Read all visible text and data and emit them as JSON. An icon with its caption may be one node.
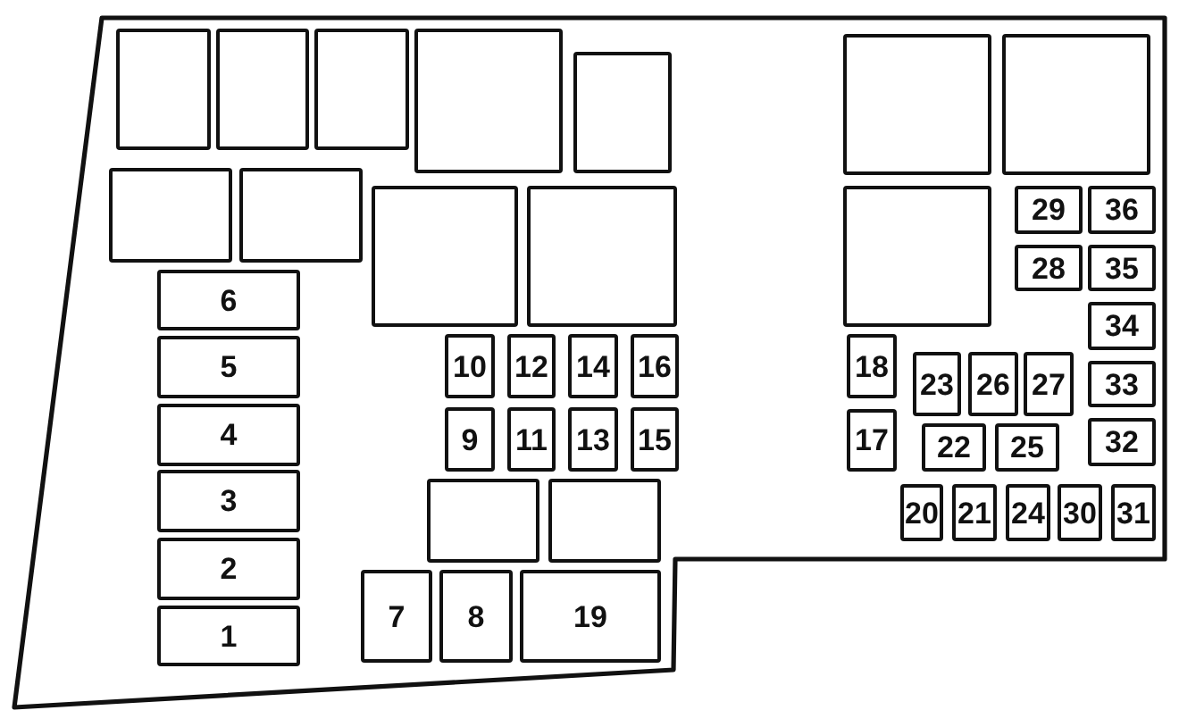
{
  "diagram": {
    "nodes": [
      {
        "text": [],
        "shape": "box"
      },
      {
        "text": [],
        "shape": "box",
        "in": 0
      },
      {
        "text": [],
        "shape": "box",
        "in": 0
      },
      {
        "text": [],
        "shape": "box",
        "in": 0
      },
      {
        "text": [],
        "shape": "box",
        "in": 0
      },
      {
        "text": [],
        "shape": "box",
        "in": 0
      },
      {
        "text": [],
        "shape": "box",
        "in": 0
      },
      {
        "text": [],
        "shape": "box",
        "in": 0
      },
      {
        "text": [],
        "shape": "box",
        "in": 0
      },
      {
        "text": [],
        "shape": "box",
        "in": 0
      },
      {
        "text": [],
        "shape": "box",
        "in": 0
      },
      {
        "text": [],
        "shape": "box",
        "in": 0
      },
      {
        "text": [],
        "shape": "box",
        "in": 0
      },
      {
        "text": [
          "29"
        ],
        "in": 0
      },
      {
        "text": [
          "36"
        ],
        "in": 0
      },
      {
        "text": [
          "28"
        ],
        "in": 0
      },
      {
        "text": [
          "35"
        ],
        "in": 0
      },
      {
        "text": [
          "6"
        ],
        "in": 0
      },
      {
        "text": [
          "34"
        ],
        "in": 0
      },
      {
        "text": [
          "10"
        ],
        "in": 0
      },
      {
        "text": [
          "12"
        ],
        "in": 0
      },
      {
        "text": [
          "14"
        ],
        "in": 0
      },
      {
        "text": [
          "16"
        ],
        "in": 0
      },
      {
        "text": [
          "18"
        ],
        "in": 0
      },
      {
        "text": [
          "5"
        ],
        "in": 0
      },
      {
        "text": [
          "23"
        ],
        "in": 0
      },
      {
        "text": [
          "26"
        ],
        "in": 0
      },
      {
        "text": [
          "27"
        ],
        "in": 0
      },
      {
        "text": [
          "33"
        ],
        "in": 0
      },
      {
        "text": [
          "4"
        ],
        "in": 0
      },
      {
        "text": [
          "9"
        ],
        "in": 0
      },
      {
        "text": [
          "11"
        ],
        "in": 0
      },
      {
        "text": [
          "13"
        ],
        "in": 0
      },
      {
        "text": [
          "15"
        ],
        "in": 0
      },
      {
        "text": [
          "17"
        ],
        "in": 0
      },
      {
        "text": [
          "32"
        ],
        "in": 0
      },
      {
        "text": [
          "22"
        ],
        "in": 0
      },
      {
        "text": [
          "25"
        ],
        "in": 0
      },
      {
        "text": [
          "3"
        ],
        "in": 0
      },
      {
        "text": [],
        "shape": "box",
        "in": 0
      },
      {
        "text": [],
        "shape": "box",
        "in": 0
      },
      {
        "text": [
          "20"
        ],
        "in": 0
      },
      {
        "text": [
          "21"
        ],
        "in": 0
      },
      {
        "text": [
          "24"
        ],
        "in": 0
      },
      {
        "text": [
          "30"
        ],
        "in": 0
      },
      {
        "text": [
          "31"
        ],
        "in": 0
      },
      {
        "text": [
          "2"
        ],
        "in": 0
      },
      {
        "text": [
          "7"
        ],
        "in": 0
      },
      {
        "text": [
          "8"
        ],
        "in": 0
      },
      {
        "text": [
          "19"
        ],
        "in": 0
      },
      {
        "text": [
          "1"
        ],
        "in": 0
      }
    ]
  }
}
